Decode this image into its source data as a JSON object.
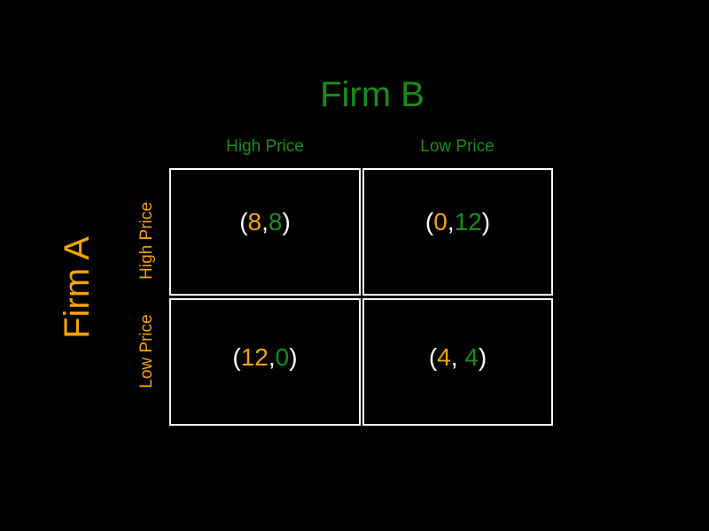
{
  "firm_b": {
    "title": "Firm B",
    "strategies": [
      "High Price",
      "Low Price"
    ]
  },
  "firm_a": {
    "title": "Firm A",
    "strategies": [
      "High Price",
      "Low Price"
    ]
  },
  "payoffs": [
    [
      {
        "open": "(",
        "a": "8",
        "sep": ",",
        "b": "8",
        "close": ")"
      },
      {
        "open": "(",
        "a": "0",
        "sep": ",",
        "b": "12",
        "close": ")"
      }
    ],
    [
      {
        "open": "(",
        "a": "12",
        "sep": ",",
        "b": "0",
        "close": ")"
      },
      {
        "open": "(",
        "a": "4",
        "sep": ", ",
        "b": "4",
        "close": ")"
      }
    ]
  ],
  "colors": {
    "firm_a": "#f2a20f",
    "firm_b": "#1a8c1a",
    "grid": "#ffffff",
    "background": "#000000"
  }
}
